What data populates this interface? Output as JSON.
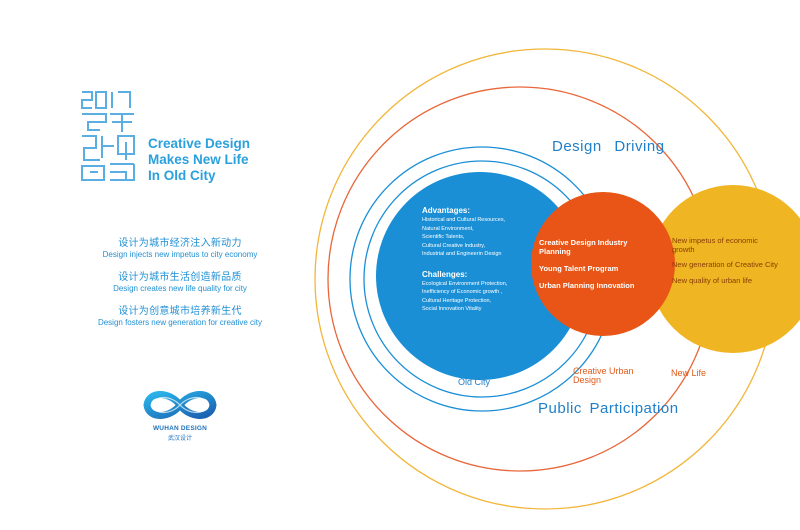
{
  "logo": {
    "icon": "2017-wuhan-design-seal-icon",
    "headline": [
      "Creative Design",
      "Makes New Life",
      "In Old City"
    ]
  },
  "slogans": [
    {
      "cn": "设计为城市经济注入新动力",
      "en": "Design injects new impetus to city economy"
    },
    {
      "cn": "设计为城市生活创造新品质",
      "en": "Design creates new life quality for city"
    },
    {
      "cn": "设计为创意城市培养新生代",
      "en": "Design fosters new generation for creative city"
    }
  ],
  "brand": {
    "icon": "infinity-loop-icon",
    "name": "WUHAN DESIGN",
    "name_cn": "武汉设计"
  },
  "diagram": {
    "labels": {
      "design_driving": "Design   Driving",
      "public_participation": "Public  Participation",
      "old_city": "Old City",
      "creative_urban_design": "Creative Urban Design",
      "new_life": "New Life"
    },
    "old_city_circle": {
      "advantages_title": "Advantages:",
      "advantages": [
        "Historical and Cultural Resources,",
        "Natural Environment,",
        "Scientific Talents,",
        "Cultural Creative Industry,",
        "Industrial and Engineerin Design"
      ],
      "challenges_title": "Challenges:",
      "challenges": [
        "Ecological Environment Protection,",
        "Inefficiency of Economic growth ,",
        "Cultural Heritage Protection,",
        "Social Innovation Vitality"
      ]
    },
    "creative_circle": {
      "items": [
        "Creative Design Industry Planning",
        "Young Talent Program",
        "Urban Planning Innovation"
      ]
    },
    "new_life_circle": {
      "items": [
        "New impetus of economic growth",
        "New generation of Creative City",
        "New quality of urban life"
      ]
    },
    "colors": {
      "blue": "#1b8fd6",
      "orange": "#e85516",
      "yellow": "#efb522",
      "ring_orange": "#e8673a",
      "ring_yellow": "#f2b63a",
      "text_blue": "#1f7fc8"
    }
  }
}
